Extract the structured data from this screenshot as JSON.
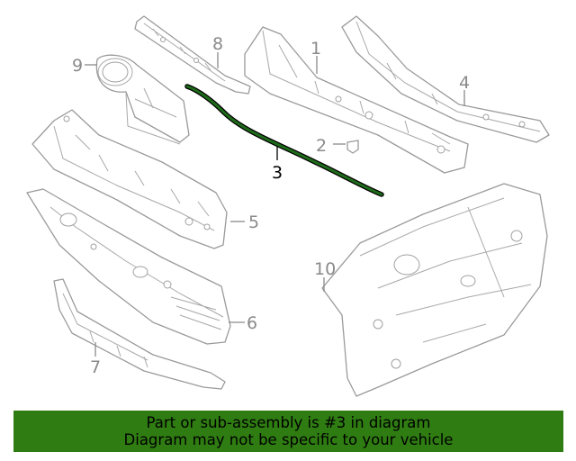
{
  "callouts": {
    "c1": "1",
    "c2": "2",
    "c3": "3",
    "c4": "4",
    "c5": "5",
    "c6": "6",
    "c7": "7",
    "c8": "8",
    "c9": "9",
    "c10": "10"
  },
  "highlight": {
    "part_number": "3",
    "color": "#1e6b1a"
  },
  "banner": {
    "line1": "Part or sub-assembly is #3 in diagram",
    "line2": "Diagram may not be specific to your vehicle",
    "background": "#2f7d12"
  }
}
